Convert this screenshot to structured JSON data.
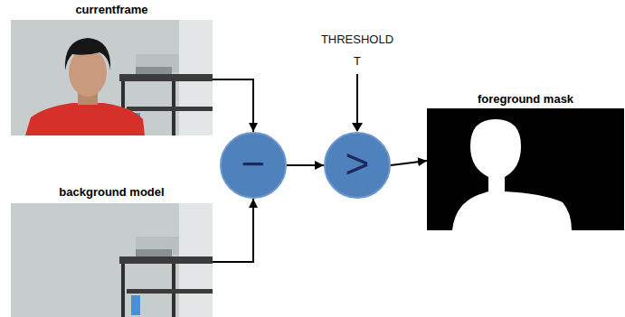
{
  "diagram": {
    "nodes": [
      {
        "text": [
          "currentframe"
        ]
      },
      {
        "text": [
          "background model"
        ]
      },
      {
        "text": [
          "−"
        ]
      },
      {
        "text": [
          ">"
        ]
      },
      {
        "text": [
          "foreground mask"
        ]
      }
    ],
    "edges": [
      {
        "from": 0,
        "to": 2,
        "arrow": "to"
      },
      {
        "from": 1,
        "to": 2,
        "arrow": "to"
      },
      {
        "from": 2,
        "to": 3,
        "arrow": "to"
      },
      {
        "from": 3,
        "to": 4,
        "arrow": "to"
      }
    ],
    "labels": [
      "THRESHOLD",
      "T"
    ]
  }
}
